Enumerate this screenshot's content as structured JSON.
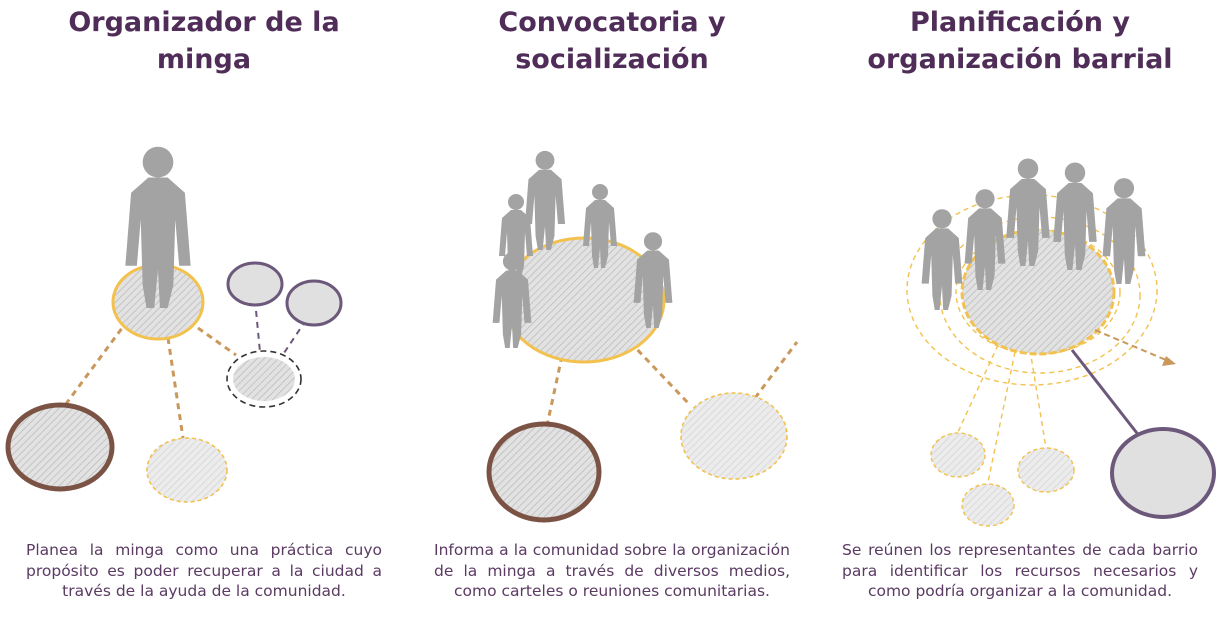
{
  "panels": [
    {
      "title": "Organizador de la minga",
      "description": "Planea la minga como una práctica cuyo propósito es poder recuperar a la ciudad a través de la ayuda de la comunidad."
    },
    {
      "title": "Convocatoria y socialización",
      "description": "Informa a la comunidad sobre la organización de la minga a través de diversos medios, como carteles o reuniones comunitarias."
    },
    {
      "title": "Planificación y organización barrial",
      "description": "Se reúnen los representantes de cada barrio para identificar los recursos necesarios y como podría organizar a la comunidad."
    }
  ],
  "colors": {
    "title_text": "#4f2d58",
    "body_text": "#5b3a63",
    "figure_gray": "#a3a3a3",
    "gold_outline": "#f2c14e",
    "brown_outline": "#7b5345",
    "purple_outline": "#6b587a",
    "dashed_link": "#c9985a"
  }
}
